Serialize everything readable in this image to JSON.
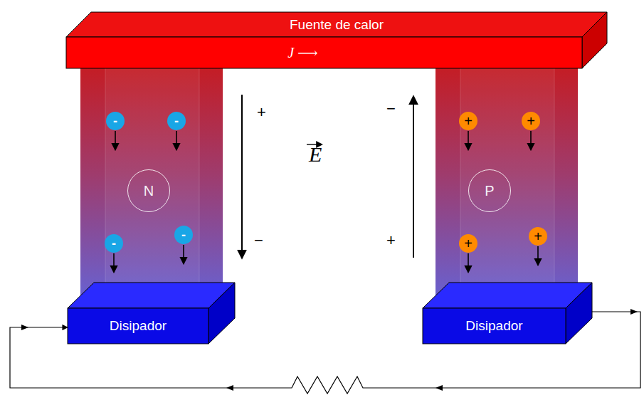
{
  "diagram": {
    "nodes": [
      {
        "text": [
          "Fuente de calor",
          "J ⟶"
        ]
      },
      {
        "text": [
          "-"
        ]
      },
      {
        "text": [
          "-"
        ]
      },
      {
        "text": [
          "+"
        ]
      },
      {
        "text": [
          "+"
        ]
      },
      {
        "text": [
          "N"
        ]
      },
      {
        "text": [
          "P"
        ]
      },
      {
        "text": [
          "-"
        ]
      },
      {
        "text": [
          "-"
        ]
      },
      {
        "text": [
          "+"
        ]
      },
      {
        "text": [
          "+"
        ]
      },
      {
        "text": [
          "Disipador"
        ]
      },
      {
        "text": [
          "Disipador"
        ]
      }
    ],
    "edges": [
      {
        "from": 12,
        "to": 11,
        "arrow": "to"
      }
    ],
    "labels": [
      "+",
      "−",
      "E",
      "−",
      "+"
    ]
  }
}
